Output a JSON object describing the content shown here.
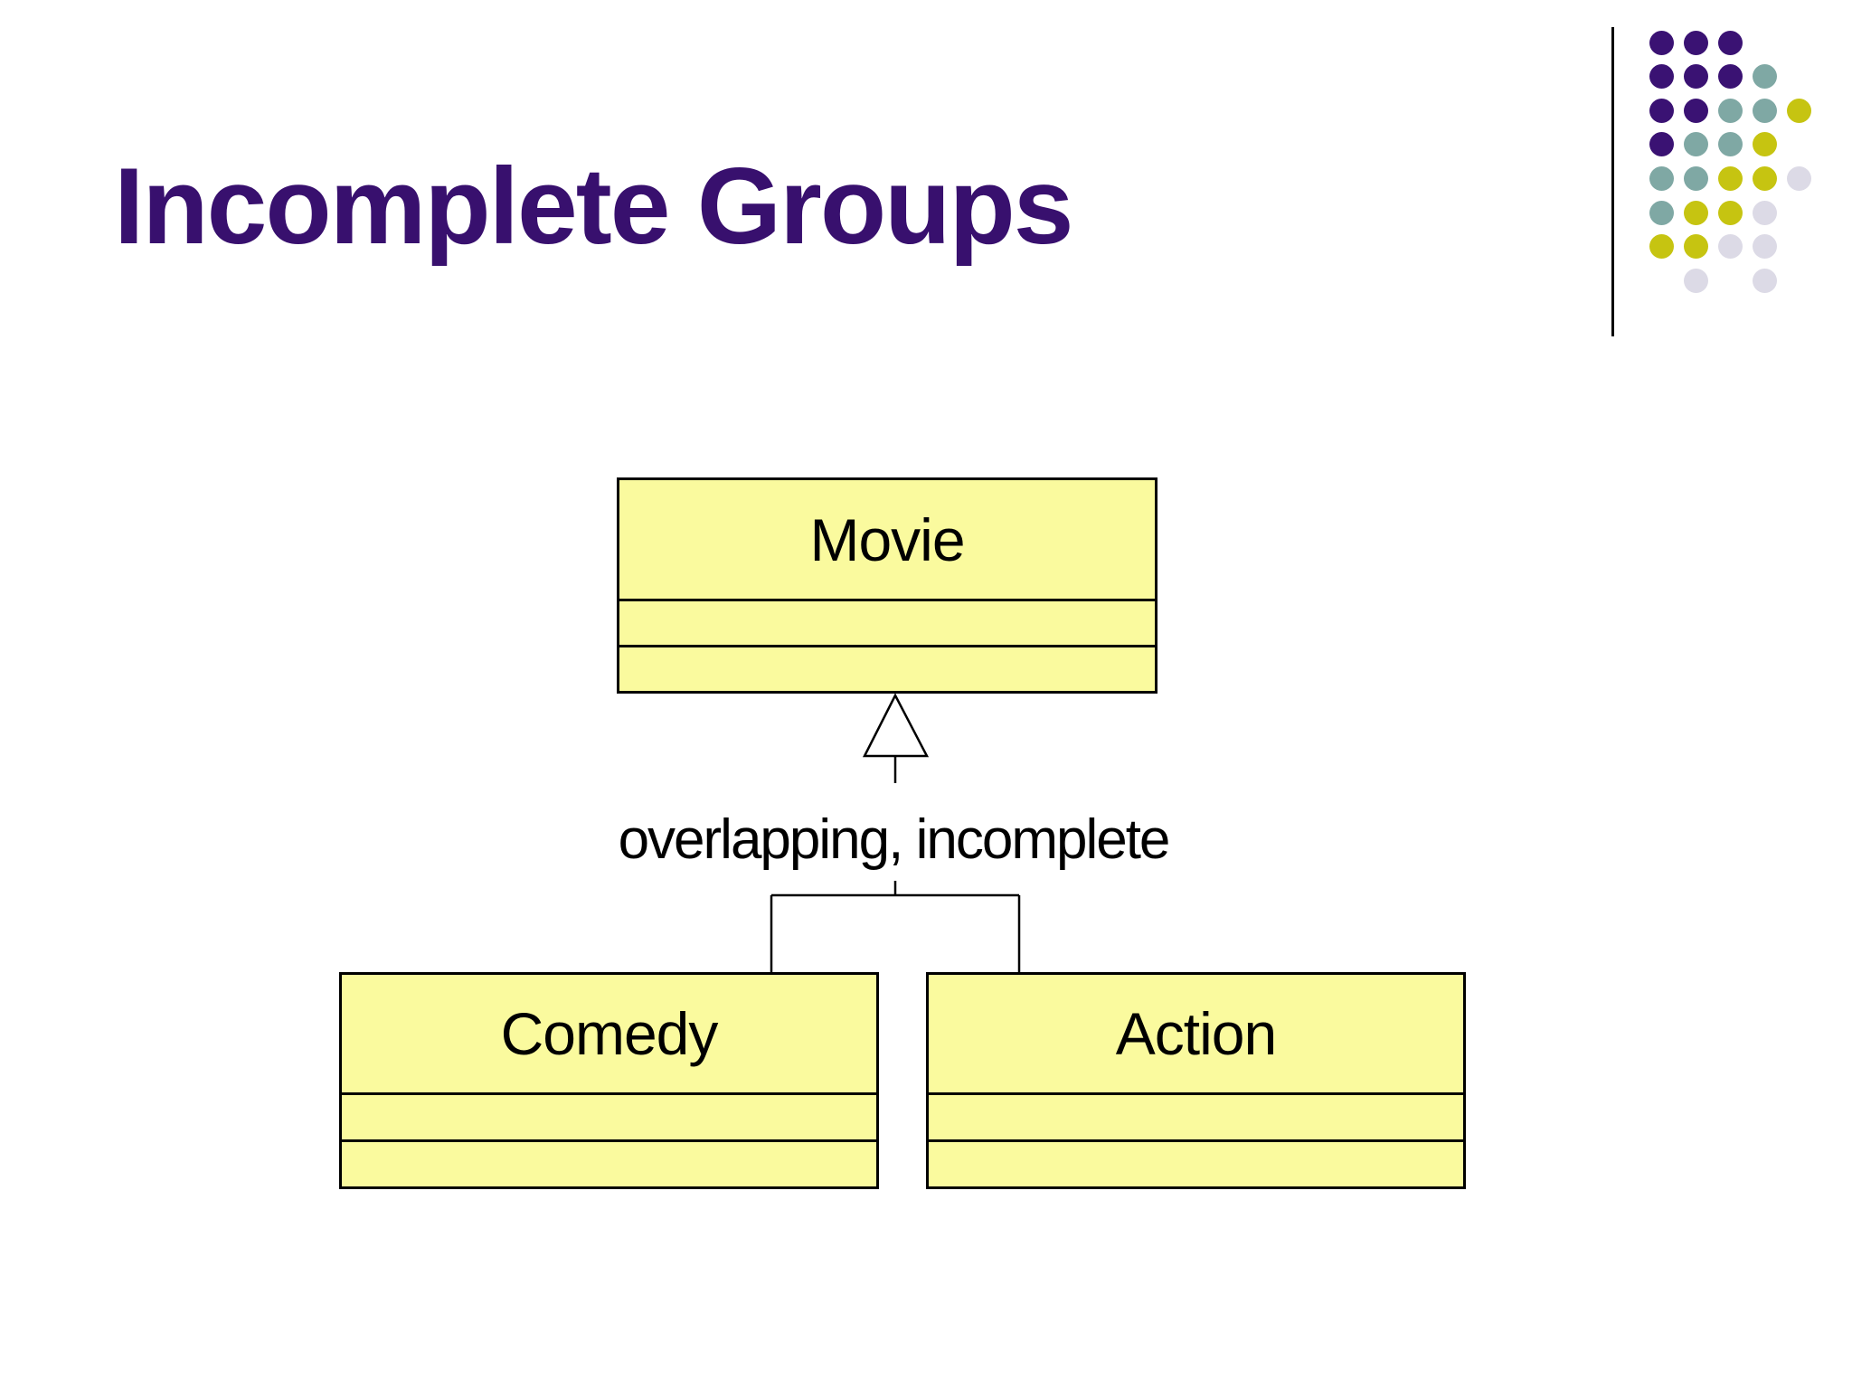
{
  "slide": {
    "title": "Incomplete Groups",
    "title_color": "#38106E",
    "background": "#FFFFFF"
  },
  "diagram": {
    "classes": [
      {
        "name": "Movie"
      },
      {
        "name": "Comedy"
      },
      {
        "name": "Action"
      }
    ],
    "generalization_label": "overlapping, incomplete",
    "box_fill": "#FAFA9E",
    "box_border": "#000000",
    "connector_color": "#000000"
  },
  "decoration": {
    "line_color": "#000000",
    "dot_colors": {
      "P": "#3A1273",
      "T": "#7FA8A4",
      "Y": "#C6C411",
      "L": "#DCDAE6"
    },
    "pattern": [
      "PPP..",
      "PPPT.",
      "PPTTY",
      "PTTY.",
      "TTYYL",
      "TYYL.",
      "YYLL.",
      ".L.L."
    ]
  }
}
